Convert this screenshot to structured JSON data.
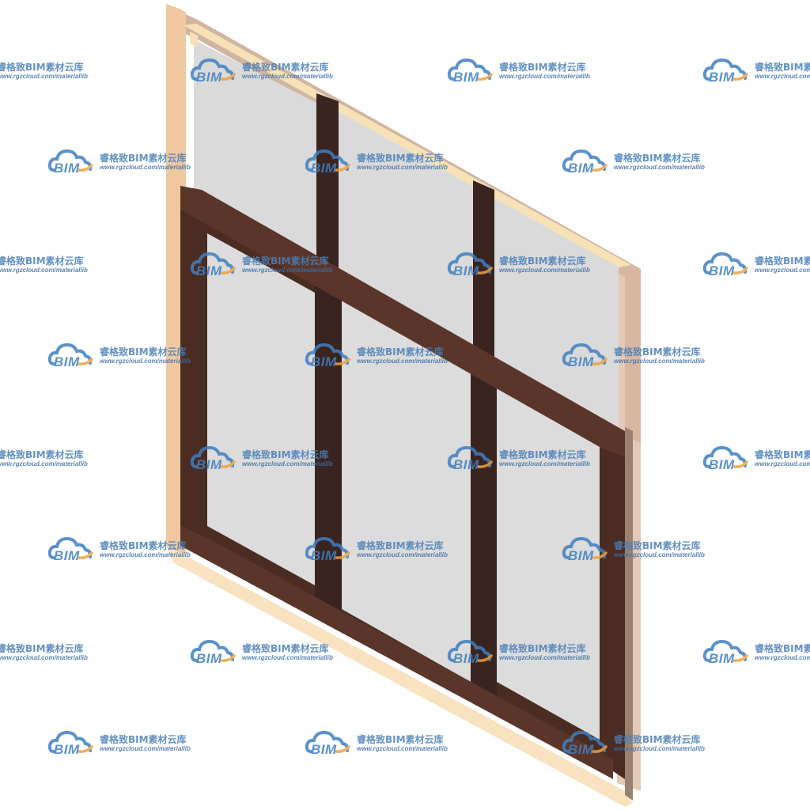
{
  "watermark": {
    "logo_text": "BIM",
    "brand_text": "睿格致BIM素材云库",
    "url_text": "www.rgzcloud.com/materiallib",
    "colors": {
      "logo_blue": "#3f7fc1",
      "logo_orange": "#f0a040",
      "text_blue": "#4a7fb8"
    },
    "icon": "cloud-logo-icon"
  },
  "window_model": {
    "icon": "isometric-window-model",
    "colors": {
      "outer_frame": "#f2c8a0",
      "outer_frame_top": "#f5dcb8",
      "sash_frame": "#4a2c22",
      "sash_frame_light": "#6b4538",
      "glass": "#dcdcdc",
      "glass_edge": "#c8c8c8",
      "transom_frame": "#a89080"
    }
  }
}
